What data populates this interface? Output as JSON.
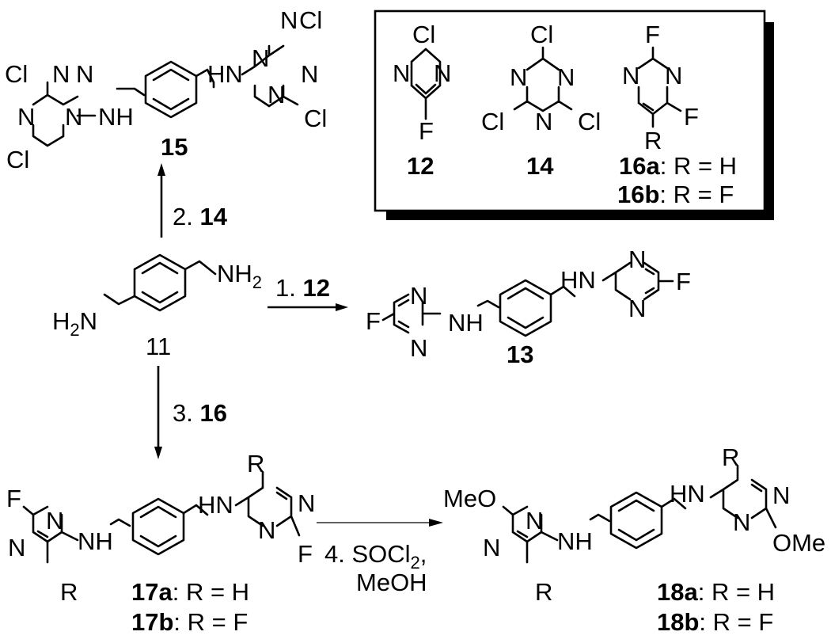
{
  "atoms": {
    "cl": "Cl",
    "n": "N",
    "f": "F",
    "r": "R",
    "nh": "NH",
    "hn": "HN",
    "h": "H",
    "meo": "MeO",
    "o": "O",
    "ome": "OMe"
  },
  "reagents_box": {
    "c12": "12",
    "c14": "14",
    "c16a": "16a",
    "c16a_text": ": R = H",
    "c16b": "16b",
    "c16b_text": ": R = F"
  },
  "compounds": {
    "c11": "11",
    "c13": "13",
    "c15": "15",
    "c17a": "17a",
    "c17a_text": ": R = H",
    "c17b": "17b",
    "c17b_text": ": R = F",
    "c18a": "18a",
    "c18a_text": ": R = H",
    "c18b": "18b",
    "c18b_text": ": R = F"
  },
  "steps": {
    "step1_num": "1.",
    "step1_reagent": "12",
    "step2_num": "2.",
    "step2_reagent": "14",
    "step3_num": "3.",
    "step3_reagent": "16",
    "step4_line1": "4. SOCl",
    "step4_line1_sub": "2",
    "step4_line1_end": ",",
    "step4_line2": "MeOH"
  },
  "amine_11": {
    "nh": "NH",
    "nh_sub": "2",
    "h2n_h": "H",
    "h2n_sub": "2",
    "h2n_n": "N"
  }
}
